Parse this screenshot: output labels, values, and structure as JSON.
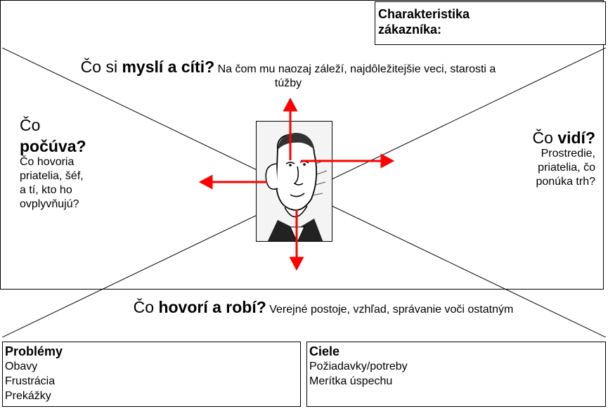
{
  "customer": {
    "title_line1": "Charakteristika",
    "title_line2": "zákazníka:"
  },
  "think": {
    "pre": "Čo si ",
    "bold": "myslí a cíti?",
    "desc": " Na čom mu naozaj záleží, najdôležitejšie veci, starosti a túžby"
  },
  "hear": {
    "pre": "Čo",
    "bold": "počúva?",
    "desc_lines": [
      "Čo hovoria",
      "priatelia, šéf,",
      "a tí, kto ho",
      "ovplyvňujú?"
    ]
  },
  "see": {
    "pre": "Čo ",
    "bold": "vidí?",
    "desc_lines": [
      "Prostredie,",
      "priatelia, čo",
      "ponúka trh?"
    ]
  },
  "say": {
    "pre": "Čo ",
    "bold": "hovorí a robí?",
    "desc": " Verejné postoje, vzhľad, správanie voči ostatným"
  },
  "problems": {
    "title": "Problémy",
    "items": [
      "Obavy",
      "Frustrácia",
      "Prekážky"
    ]
  },
  "goals": {
    "title": "Ciele",
    "items": [
      "Požiadavky/potreby",
      "Merítka úspechu"
    ]
  },
  "colors": {
    "arrow": "#ff0000",
    "line": "#000000"
  },
  "icons": {
    "portrait": "caricature-portrait-icon"
  }
}
